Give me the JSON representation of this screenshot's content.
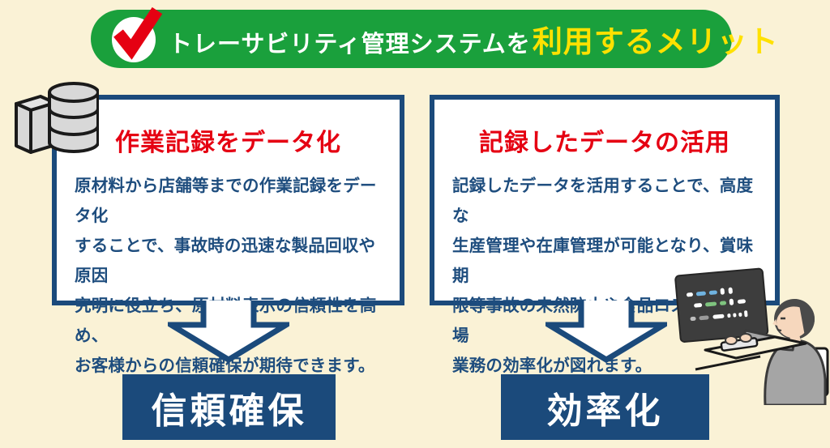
{
  "header": {
    "title_main": "トレーサビリティ管理システムを",
    "title_highlight": "利用するメリット",
    "icon": "red-checkmark-in-white-oval"
  },
  "cards": [
    {
      "title": "作業記録をデータ化",
      "body": "原材料から店舗等までの作業記録をデータ化\nすることで、事故時の迅速な製品回収や原因\n究明に役立ち、原材料表示の信頼性を高め、\nお客様からの信頼確保が期待できます。"
    },
    {
      "title": "記録したデータの活用",
      "body": "記録したデータを活用することで、高度な\n生産管理や在庫管理が可能となり、賞味期\n限等事故の未然防止や食品ロス低減、工場\n業務の効率化が図れます。"
    }
  ],
  "results": [
    {
      "label": "信頼確保"
    },
    {
      "label": "効率化"
    }
  ],
  "icons": {
    "top_left": "database-and-server-icon",
    "bottom_right": "person-working-at-computer-with-code-monitor",
    "arrows": "hollow-down-arrow"
  },
  "colors": {
    "background": "#faf2d6",
    "banner_green": "#1aa03c",
    "highlight_yellow": "#ffe100",
    "title_red": "#e50012",
    "navy": "#1b4a7b",
    "body_text": "#1e4d7e"
  }
}
